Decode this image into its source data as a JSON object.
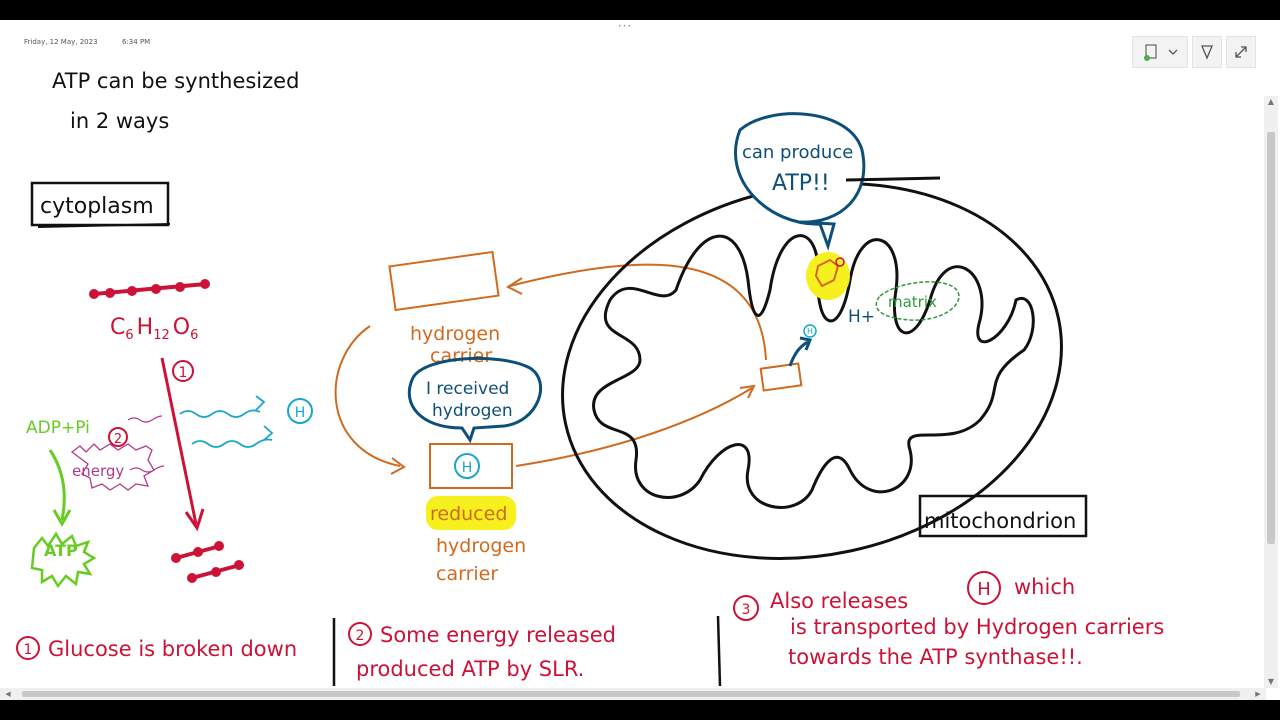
{
  "page": {
    "date": "Friday, 12 May, 2023",
    "time": "6:34 PM"
  },
  "toolbar": {
    "buttons": [
      {
        "name": "insert-space-button",
        "icon": "insert-space-icon"
      },
      {
        "name": "pen-button",
        "icon": "pen-icon"
      },
      {
        "name": "fullscreen-button",
        "icon": "expand-icon"
      }
    ]
  },
  "notes": {
    "heading_line1": "ATP can be synthesized",
    "heading_line2": "in 2 ways",
    "cytoplasm_label": "cytoplasm",
    "glucose_formula": "C6H12O6",
    "glucose_formula_parts": {
      "c": "C",
      "c_sub": "6",
      "h": "H",
      "h_sub": "12",
      "o": "O",
      "o_sub": "6"
    },
    "step1_marker": "1",
    "step2_marker": "2",
    "step3_marker": "3",
    "adp_label": "ADP+Pi",
    "energy_label": "energy",
    "atp_label": "ATP",
    "hydrogen_symbol": "H",
    "hydrogen_carrier_line1": "hydrogen",
    "hydrogen_carrier_line2": "carrier",
    "speech_received_line1": "I received",
    "speech_received_line2": "hydrogen",
    "reduced_label": "reduced",
    "reduced_carrier_line1": "hydrogen",
    "reduced_carrier_line2": "carrier",
    "speech_atp_line1": "can produce",
    "speech_atp_line2": "ATP!!",
    "h_plus_label": "H+",
    "matrix_label": "matrix",
    "mitochondrion_label": "mitochondrion",
    "bottom_note1": "Glucose is broken down",
    "bottom_note2_line1": "Some energy released",
    "bottom_note2_line2": "produced ATP by SLR.",
    "bottom_note3_line1a": "Also releases",
    "bottom_note3_line1b": "which",
    "bottom_note3_line2": "is transported by Hydrogen carriers",
    "bottom_note3_line3": "towards the ATP synthase!!."
  },
  "colors": {
    "ink_black": "#111111",
    "glucose_red": "#cc1236",
    "atp_green": "#66cc22",
    "carrier_orange": "#d06a1e",
    "hydrogen_cyan": "#1aa6c8",
    "speech_blue": "#0e4f7a",
    "matrix_green": "#2e9a3c",
    "highlight_yellow": "#f5f01e",
    "energy_purple": "#b03a8c"
  }
}
